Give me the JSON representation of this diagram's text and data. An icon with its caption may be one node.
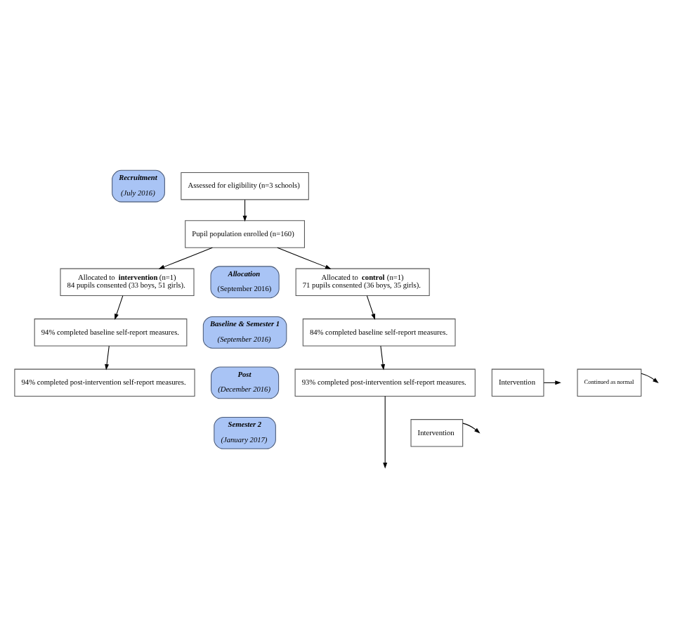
{
  "diagram": {
    "nodes": [
      {
        "text": [
          "Recruitment",
          "(July 2016)"
        ]
      },
      {
        "text": [
          "Assessed for eligibility (n=3 schools)"
        ]
      },
      {
        "text": [
          "Pupil population enrolled (n=160)"
        ]
      },
      {
        "text": [
          "Allocation",
          "(September 2016)"
        ]
      },
      {
        "text": [
          "Allocated to **intervention** (n=1)",
          "84 pupils consented (33 boys, 51 girls)."
        ]
      },
      {
        "text": [
          "Allocated to **control** (n=1)",
          "71 pupils consented (36 boys, 35 girls)."
        ]
      },
      {
        "text": [
          "Baseline & Semester 1",
          "(September 2016)"
        ]
      },
      {
        "text": [
          "94% completed baseline self-report measures."
        ]
      },
      {
        "text": [
          "84% completed baseline self-report measures."
        ]
      },
      {
        "text": [
          "Intervention"
        ]
      },
      {
        "text": [
          "Post",
          "(December 2016)"
        ]
      },
      {
        "text": [
          "Continued as normal"
        ]
      },
      {
        "text": [
          "94% completed post-intervention self-report measures."
        ]
      },
      {
        "text": [
          "93% completed post-intervention self-report measures."
        ]
      },
      {
        "text": [
          "Semester 2",
          "(January 2017)"
        ]
      },
      {
        "text": [
          "Intervention"
        ]
      }
    ],
    "edges": [
      {
        "from": 1,
        "to": 2,
        "arrow": "to"
      },
      {
        "from": 2,
        "to": 4,
        "arrow": "to"
      },
      {
        "from": 2,
        "to": 5,
        "arrow": "to"
      },
      {
        "from": 4,
        "to": 7,
        "arrow": "to"
      },
      {
        "from": 5,
        "to": 8,
        "arrow": "to"
      },
      {
        "from": 7,
        "to": 12,
        "arrow": "to"
      },
      {
        "from": 8,
        "to": 13,
        "arrow": "to"
      },
      {
        "from": 9,
        "to": null,
        "arrow": "to"
      },
      {
        "from": 11,
        "to": null,
        "arrow": "to"
      },
      {
        "from": 13,
        "to": null,
        "arrow": "to"
      },
      {
        "from": 15,
        "to": null,
        "arrow": "to"
      }
    ]
  }
}
